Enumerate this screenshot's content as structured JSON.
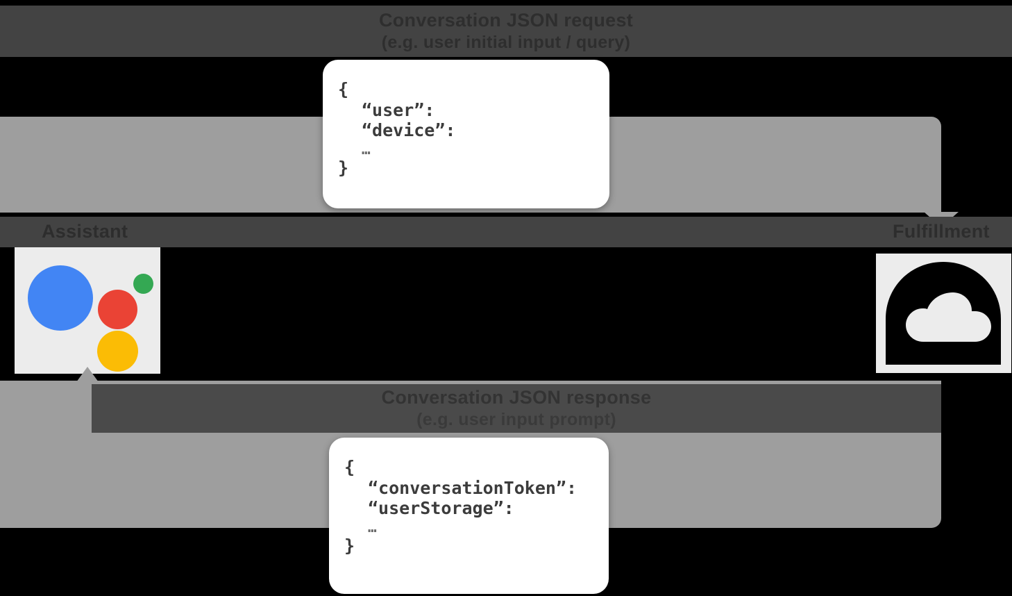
{
  "diagram": {
    "title": "Conversation JSON request / response flow between Google Assistant and Fulfillment",
    "background_color": "#000000",
    "band_color": "#9e9e9e"
  },
  "top_flow": {
    "title": "Conversation JSON request",
    "subtitle": "(e.g. user initial input / query)",
    "direction": "assistant-to-fulfillment",
    "arrowhead": "down-arrowhead-right"
  },
  "bottom_flow": {
    "title": "Conversation JSON response",
    "subtitle": "(e.g. user input prompt)",
    "direction": "fulfillment-to-assistant",
    "arrowhead": "up-arrowhead-left"
  },
  "nodes": {
    "assistant": {
      "label": "Assistant",
      "icon": "google-assistant-icon",
      "tile_color": "#ececec",
      "dot_colors": {
        "blue": "#4285F4",
        "red": "#EA4335",
        "yellow": "#FBBC05",
        "green": "#34A853"
      }
    },
    "fulfillment": {
      "label": "Fulfillment",
      "icon": "cloud-icon",
      "tile_color": "#ececec",
      "icon_color": "#000000"
    }
  },
  "request_bubble": {
    "lines": [
      "{",
      "“user”:",
      "“device”:",
      "…",
      "}"
    ],
    "open_brace": "{",
    "key_1": "“user”:",
    "key_2": "“device”:",
    "ellipsis": "…",
    "close_brace": "}"
  },
  "response_bubble": {
    "lines": [
      "{",
      "“conversationToken”:",
      "“userStorage”:",
      "…",
      "}"
    ],
    "open_brace": "{",
    "key_1": "“conversationToken”:",
    "key_2": "“userStorage”:",
    "ellipsis": "…",
    "close_brace": "}"
  }
}
